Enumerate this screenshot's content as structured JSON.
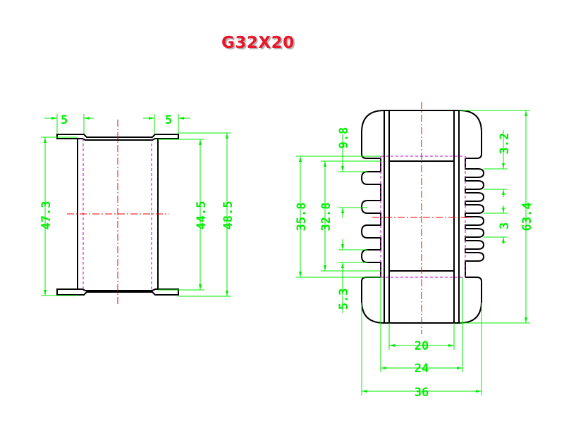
{
  "title": "G32X20",
  "colors": {
    "title": "#e8162a",
    "outline": "#000000",
    "dimension": "#00ee00",
    "centerline": "#ee0000",
    "hidden": "#cc00cc",
    "background": "#ffffff"
  },
  "left_view": {
    "top_left_flange": "5",
    "top_right_flange": "5",
    "height_outer_left": "47.3",
    "height_inner_right": "44.5",
    "height_overall_right": "48.5"
  },
  "right_view": {
    "slot_width": "9.8",
    "slot_height_left": "5.3",
    "window_height": "35.8",
    "window_inner": "32.8",
    "fin_pitch": "3.2",
    "fin_gap": "3",
    "overall_height": "63.4",
    "width_inner": "20",
    "width_middle": "24",
    "width_overall": "36"
  }
}
